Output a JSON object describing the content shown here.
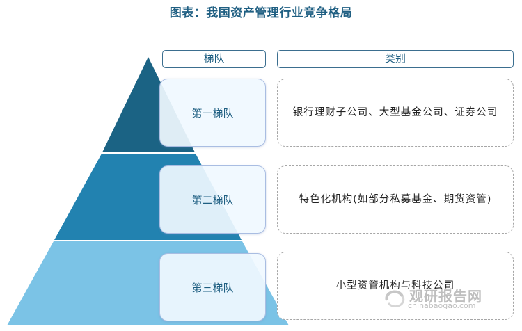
{
  "title": "图表：我国资产管理行业竞争格局",
  "headers": {
    "tier": "梯队",
    "category": "类别"
  },
  "tiers": [
    {
      "label": "第一梯队",
      "category": "银行理财子公司、大型基金公司、证券公司",
      "color": "#1b6384"
    },
    {
      "label": "第二梯队",
      "category": "特色化机构(如部分私募基金、期货资管)",
      "color": "#2282b0"
    },
    {
      "label": "第三梯队",
      "category": "小型资管机构与科技公司",
      "color": "#7bc3e6"
    }
  ],
  "watermark": {
    "cn": "观研报告网",
    "en": "chinabaogao.com"
  }
}
